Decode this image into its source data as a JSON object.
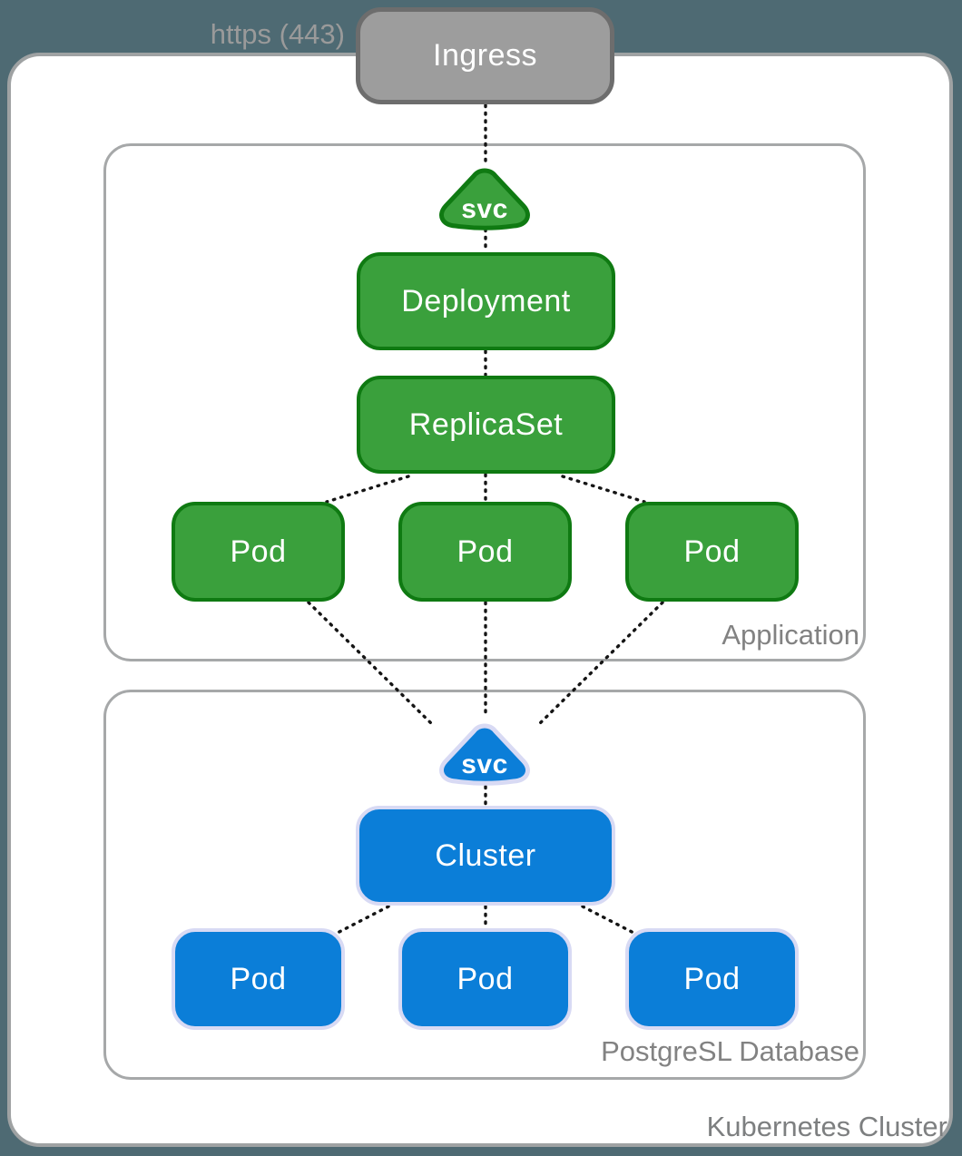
{
  "external": {
    "https_label": "https (443)",
    "ingress_label": "Ingress"
  },
  "cluster": {
    "label": "Kubernetes Cluster",
    "application": {
      "label": "Application",
      "svc_label": "svc",
      "deployment_label": "Deployment",
      "replicaset_label": "ReplicaSet",
      "pods": [
        "Pod",
        "Pod",
        "Pod"
      ]
    },
    "database": {
      "label": "PostgreSL Database",
      "svc_label": "svc",
      "cluster_box_label": "Cluster",
      "pods": [
        "Pod",
        "Pod",
        "Pod"
      ]
    }
  },
  "colors": {
    "background": "#4e6a73",
    "green_fill": "#3aa03c",
    "green_border": "#0f7a12",
    "blue_fill": "#0b7ed8",
    "blue_border": "#d8daf4",
    "ingress_fill": "#9d9d9d",
    "ingress_border": "#6d6d6d",
    "box_border": "#a6a8a9",
    "outer_border": "#9fa2a3",
    "zone_label_text": "#828282",
    "connector": "#151515"
  }
}
